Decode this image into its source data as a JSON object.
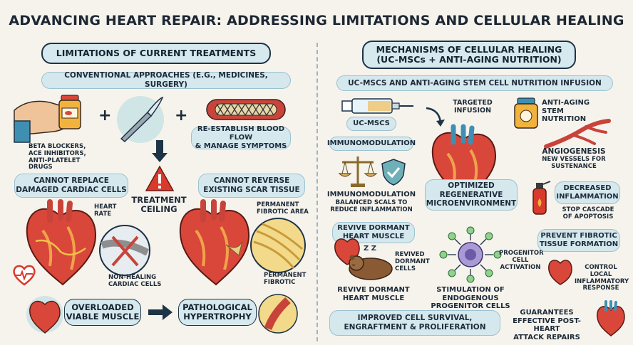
{
  "title": "ADVANCING HEART REPAIR: ADDRESSING LIMITATIONS AND CELLULAR HEALING",
  "left": {
    "header": "LIMITATIONS OF CURRENT TREATMENTS",
    "conventional": "CONVENTIONAL APPROACHES (e.g., MEDICINES, SURGERY)",
    "drugs_label": [
      "BETA BLOCKERS,",
      "ACE INHIBITORS,",
      "ANTI-PLATELET DRUGS"
    ],
    "plus": "+",
    "reestablish": [
      "RE-ESTABLISH BLOOD FLOW",
      "& MANAGE SYMPTOMS"
    ],
    "treatment_ceiling": [
      "TREATMENT",
      "CEILING"
    ],
    "cannot_replace": [
      "CANNOT REPLACE",
      "DAMAGED CARDIAC CELLS"
    ],
    "cannot_reverse": [
      "CANNOT REVERSE",
      "EXISTING SCAR TISSUE"
    ],
    "heart_rate": [
      "HEART",
      "RATE"
    ],
    "non_healing": [
      "NON-HEALING",
      "CARDIAC CELLS"
    ],
    "permanent_area": [
      "PERMANENT",
      "FIBROTIC AREA"
    ],
    "permanent_fibrotic": [
      "PERMANENT",
      "FIBROTIC"
    ],
    "overloaded": [
      "OVERLOADED",
      "VIABLE MUSCLE"
    ],
    "pathological": [
      "PATHOLOGICAL",
      "HYPERTROPHY"
    ]
  },
  "right": {
    "header": [
      "MECHANISMS OF CELLULAR HEALING",
      "(UC-MSCs + ANTI-AGING NUTRITION)"
    ],
    "infusion": "UC-MSCs AND ANTI-AGING STEM CELL NUTRITION INFUSION",
    "uc_mscs": "UC-MSCs",
    "targeted": [
      "TARGETED",
      "INFUSION"
    ],
    "nutrition": [
      "ANTI-AGING STEM",
      "NUTRITION"
    ],
    "immuno_header": "IMMUNOMODULATION",
    "immuno_label": "IMMUNOMODULATION",
    "immuno_sub": [
      "BALANCED SCALS TO",
      "REDUCE INFLAMMATION"
    ],
    "optimized": [
      "OPTIMIZED",
      "REGENERATIVE",
      "MICROENVIRONMENT"
    ],
    "angiogenesis": "ANGIOGENESIS",
    "angio_sub": [
      "NEW VESSELS FOR",
      "SUSTENANCE"
    ],
    "decreased": [
      "DECREASED",
      "INFLAMMATION"
    ],
    "stop_cascade": [
      "STOP CASCADE",
      "OF APOPTOSIS"
    ],
    "revive_header": [
      "REVIVE DORMANT",
      "HEART MUSCLE"
    ],
    "sleep": "Z Z",
    "revived_cells": [
      "REVIVED",
      "DORMANT",
      "CELLS"
    ],
    "revive_label": [
      "REVIVE DORMANT",
      "HEART MUSCLE"
    ],
    "progenitor_act": [
      "PROGENITOR",
      "CELL",
      "ACTIVATION"
    ],
    "stimulation": [
      "STIMULATION OF ENDOGENOUS",
      "PROGENITOR CELLS"
    ],
    "prevent": [
      "PREVENT FIBROTIC",
      "TISSUE FORMATION"
    ],
    "control": [
      "CONTROL LOCAL",
      "INFLAMMATORY",
      "RESPONSE"
    ],
    "improved": [
      "IMPROVED CELL SURVIVAL,",
      "ENGRAFTMENT & PROLIFERATION"
    ],
    "guarantees": [
      "GUARANTEES",
      "EFFECTIVE POST-HEART",
      "ATTACK REPAIRS"
    ]
  },
  "icons": [
    "pill-bottle-icon",
    "scalpel-icon",
    "stent-icon",
    "warning-icon",
    "heart-icon",
    "heartbeat-icon",
    "syringe-icon",
    "scales-icon",
    "shield-icon",
    "extinguisher-icon",
    "bear-icon",
    "vessel-icon"
  ],
  "colors": {
    "pill_fill": "#d4e8ee",
    "pill_border": "#9cc2cf",
    "dark_border": "#1d3346",
    "heart_red": "#d8473a",
    "heart_orange": "#f0a34a",
    "warning_red": "#d93a2b",
    "background": "#f6f3ec"
  }
}
